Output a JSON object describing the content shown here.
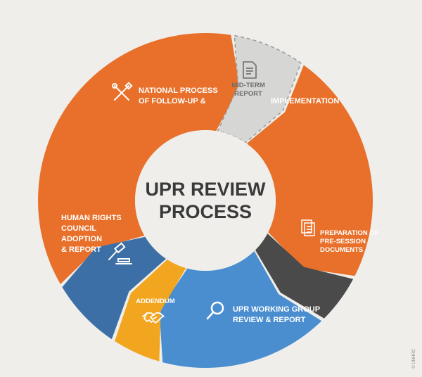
{
  "center": {
    "line1": "UPR REVIEW",
    "line2": "PROCESS"
  },
  "stages": {
    "followup": {
      "line1": "NATIONAL PROCESS",
      "line2": "OF FOLLOW-UP &",
      "icon": "tools-icon",
      "color": "#e8702a"
    },
    "midterm": {
      "line1": "MID-TERM",
      "line2": "REPORT",
      "icon": "document-icon",
      "color": "#d6d6d4"
    },
    "implementation": {
      "line1": "IMPLEMENTATION",
      "color": "#e8702a"
    },
    "preparation": {
      "line1": "PREPARATION OF",
      "line2": "PRE-SESSION",
      "line3": "DOCUMENTS",
      "icon": "documents-icon",
      "color": "#4a4a4a"
    },
    "working_group": {
      "line1": "UPR WORKING GROUP",
      "line2": "REVIEW & REPORT",
      "icon": "magnifier-icon",
      "color": "#4a8ed0"
    },
    "addendum": {
      "line1": "ADDENDUM",
      "icon": "handshake-icon",
      "color": "#f2a51f"
    },
    "hrc": {
      "line1": "HUMAN RIGHTS",
      "line2": "COUNCIL",
      "line3": "ADOPTION",
      "line4": "& REPORT",
      "icon": "gavel-icon",
      "color": "#3b6fa5"
    }
  },
  "credit": "© UNHRC"
}
